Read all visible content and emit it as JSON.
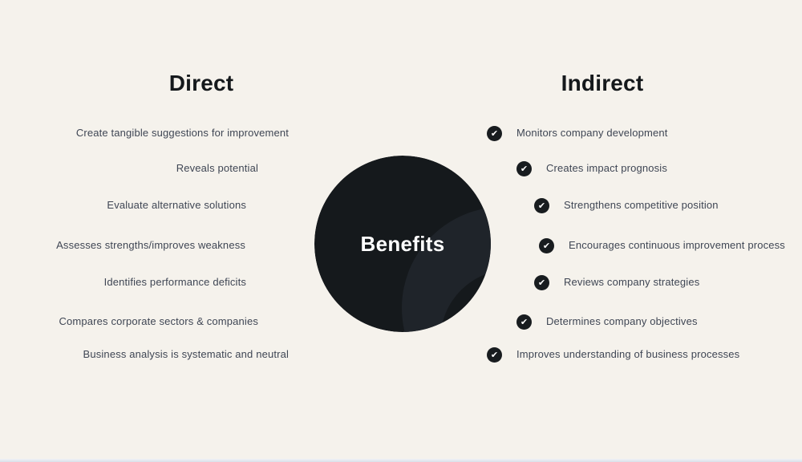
{
  "slide": {
    "center": {
      "label": "Benefits"
    },
    "direct": {
      "heading": "Direct",
      "items": [
        "Create tangible suggestions for improvement",
        "Reveals potential",
        "Evaluate alternative solutions",
        "Assesses strengths/improves weakness",
        "Identifies performance deficits",
        "Compares corporate sectors & companies",
        "Business analysis is systematic and neutral"
      ]
    },
    "indirect": {
      "heading": "Indirect",
      "items": [
        "Monitors company development",
        "Creates impact prognosis",
        "Strengthens competitive position",
        "Encourages continuous improvement process",
        "Reviews company strategies",
        "Determines company objectives",
        "Improves understanding of business processes"
      ]
    }
  },
  "icons": {
    "check": "✔"
  },
  "colors": {
    "background": "#f5f2ec",
    "heading_ink": "#15191c",
    "body_text": "#3f4654",
    "circle_fill": "#15191c",
    "circle_band": "#1f242a",
    "check_fill": "#181c1f",
    "check_glyph": "#ffffff",
    "bottom_strip": "#d9dfe9"
  }
}
